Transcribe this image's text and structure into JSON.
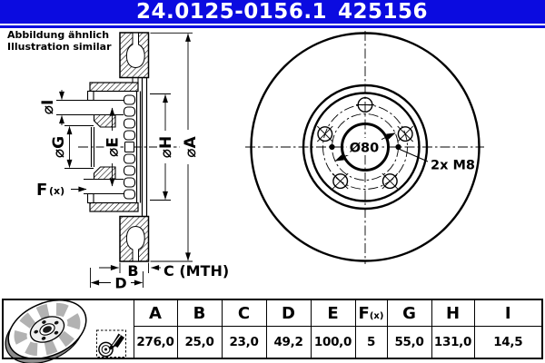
{
  "colors": {
    "accent_blue": "#0b0be0"
  },
  "header": {
    "part_number": "24.0125-0156.1",
    "ean": "425156"
  },
  "note": {
    "line1": "Abbildung ähnlich",
    "line2": "Illustration similar"
  },
  "drawing": {
    "section_labels": {
      "dia_i": "⌀I",
      "dia_g": "⌀G",
      "dia_e": "⌀E",
      "dia_h": "⌀H",
      "dia_a": "⌀A",
      "f_main": "F",
      "f_sub": "(x)",
      "b": "B",
      "c_mth": "C (MTH)",
      "d": "D"
    },
    "front_labels": {
      "center_bore": "Ø80",
      "thread_holes": "2x M8"
    }
  },
  "table": {
    "headers": [
      "A",
      "B",
      "C",
      "D",
      "E",
      "F",
      "G",
      "H",
      "I"
    ],
    "f_header_sub": "(x)",
    "values": [
      "276,0",
      "25,0",
      "23,0",
      "49,2",
      "100,0",
      "5",
      "55,0",
      "131,0",
      "14,5"
    ]
  }
}
